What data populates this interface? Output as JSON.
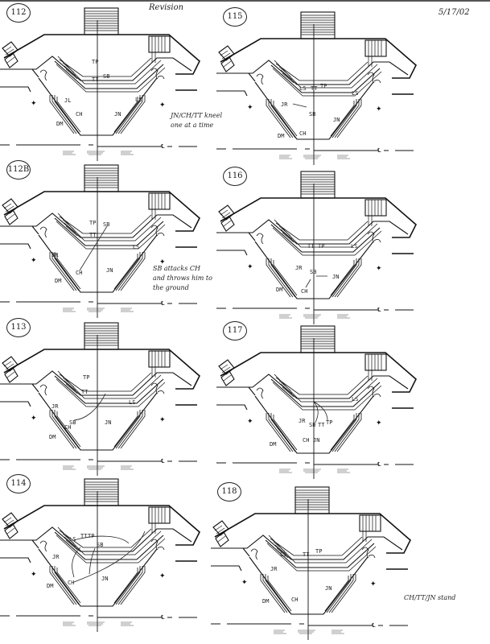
{
  "header": {
    "revision": "Revision",
    "date": "5/17/02"
  },
  "panels": [
    {
      "number": "112",
      "labels": [
        "TP",
        "TT",
        "SB",
        "JL",
        "CH",
        "JN",
        "LS",
        "DM"
      ],
      "note": "JN/CH/TT kneel\none at a time"
    },
    {
      "number": "115",
      "labels": [
        "LS",
        "TT",
        "TP",
        "LS",
        "JR",
        "SB",
        "JN",
        "DM",
        "CH"
      ],
      "note": ""
    },
    {
      "number": "112B",
      "labels": [
        "TP",
        "TT",
        "SB",
        "JR",
        "CH",
        "JN",
        "LS",
        "DM"
      ],
      "note": "SB attacks CH\nand throws him to\nthe ground"
    },
    {
      "number": "116",
      "labels": [
        "TT",
        "TP",
        "LS",
        "JR",
        "SB",
        "JN",
        "CH",
        "DM"
      ],
      "note": ""
    },
    {
      "number": "113",
      "labels": [
        "TP",
        "TT",
        "JR",
        "SB",
        "CH",
        "JN",
        "LS",
        "DM"
      ],
      "note": ""
    },
    {
      "number": "117",
      "labels": [
        "LS",
        "JR",
        "SB",
        "TT",
        "TP",
        "CH",
        "JN",
        "DM"
      ],
      "note": ""
    },
    {
      "number": "114",
      "labels": [
        "LS",
        "TT",
        "TP",
        "SB",
        "JR",
        "JN",
        "CH",
        "DM"
      ],
      "note": ""
    },
    {
      "number": "118",
      "labels": [
        "LS",
        "TT",
        "TP",
        "JR",
        "JN",
        "CH",
        "DM"
      ],
      "note": "CH/TT/JN stand"
    }
  ]
}
